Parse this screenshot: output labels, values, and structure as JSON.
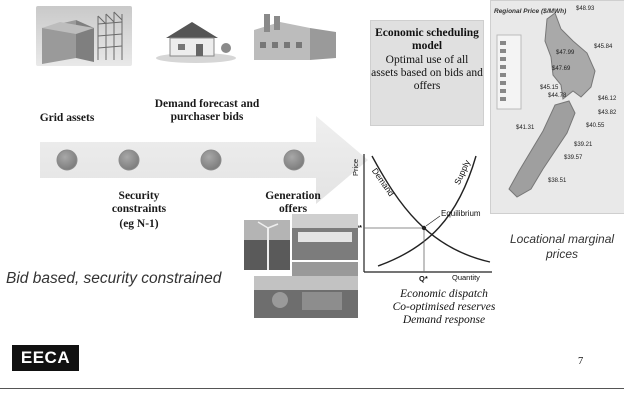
{
  "labels": {
    "grid_assets": "Grid assets",
    "demand": "Demand forecast and purchaser bids",
    "security": "Security constraints",
    "security_sub": "(eg N-1)",
    "generation": "Generation offers"
  },
  "model_box": {
    "title": "Economic scheduling model",
    "body": "Optimal use of all assets based on bids and offers"
  },
  "map": {
    "title": "Regional Price ($/MWh)",
    "prices": [
      "$48.93",
      "$45.84",
      "$47.99",
      "$47.69",
      "$45.15",
      "$44.78",
      "$46.12",
      "$43.82",
      "$41.31",
      "$40.55",
      "$39.21",
      "$39.57",
      "$38.51"
    ]
  },
  "supply_demand": {
    "y_axis": "Price",
    "x_axis": "Quantity",
    "supply_label": "Supply",
    "demand_label": "Demand",
    "equilibrium_label": "Equilibrium",
    "p_star": "P*",
    "q_star": "Q*"
  },
  "captions": {
    "lmp": "Locational marginal prices",
    "bid_based": "Bid based, security constrained",
    "dispatch_1": "Economic dispatch",
    "dispatch_2": "Co-optimised reserves",
    "dispatch_3": "Demand response"
  },
  "logo": "EECA",
  "page_number": "7"
}
